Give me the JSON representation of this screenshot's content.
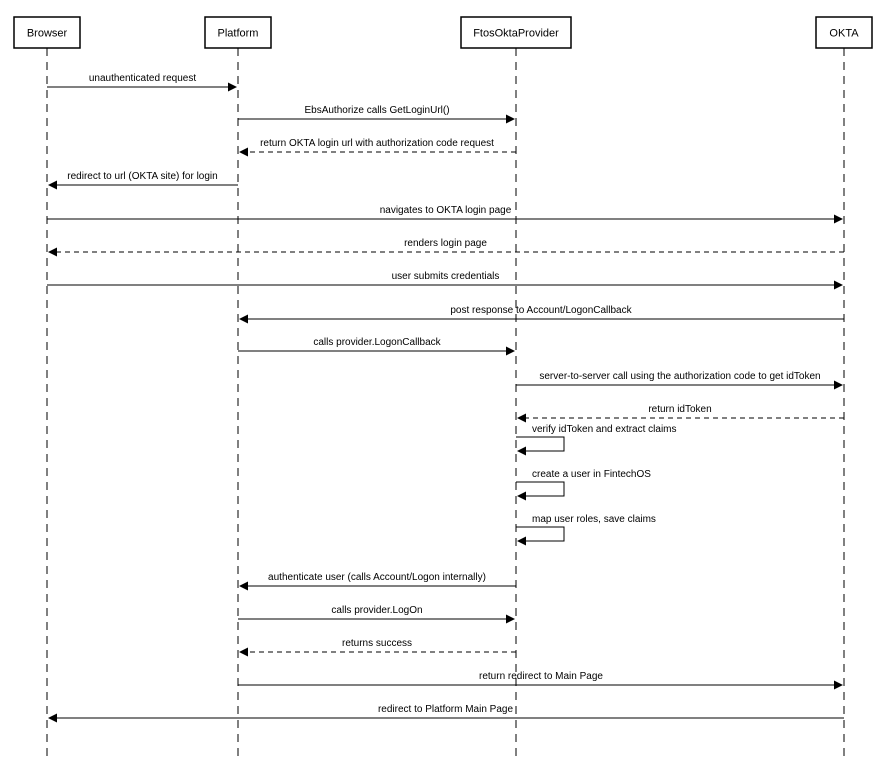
{
  "participants": [
    {
      "id": "browser",
      "label": "Browser"
    },
    {
      "id": "platform",
      "label": "Platform"
    },
    {
      "id": "provider",
      "label": "FtosOktaProvider"
    },
    {
      "id": "okta",
      "label": "OKTA"
    }
  ],
  "messages": [
    {
      "from": "browser",
      "to": "platform",
      "label": "unauthenticated request",
      "style": "solid"
    },
    {
      "from": "platform",
      "to": "provider",
      "label": "EbsAuthorize calls GetLoginUrl()",
      "style": "solid"
    },
    {
      "from": "provider",
      "to": "platform",
      "label": "return OKTA login url with authorization code request",
      "style": "dashed"
    },
    {
      "from": "platform",
      "to": "browser",
      "label": "redirect to url (OKTA site) for login",
      "style": "solid"
    },
    {
      "from": "browser",
      "to": "okta",
      "label": "navigates to OKTA login page",
      "style": "solid"
    },
    {
      "from": "okta",
      "to": "browser",
      "label": "renders login page",
      "style": "dashed"
    },
    {
      "from": "browser",
      "to": "okta",
      "label": "user submits credentials",
      "style": "solid"
    },
    {
      "from": "okta",
      "to": "platform",
      "label": "post response to Account/LogonCallback",
      "style": "solid"
    },
    {
      "from": "platform",
      "to": "provider",
      "label": "calls provider.LogonCallback",
      "style": "solid"
    },
    {
      "from": "provider",
      "to": "okta",
      "label": "server-to-server call using the authorization code to get idToken",
      "style": "solid"
    },
    {
      "from": "okta",
      "to": "provider",
      "label": "return idToken",
      "style": "dashed"
    },
    {
      "from": "provider",
      "to": "provider",
      "label": "verify idToken and extract claims",
      "style": "solid"
    },
    {
      "from": "provider",
      "to": "provider",
      "label": "create a user in FintechOS",
      "style": "solid"
    },
    {
      "from": "provider",
      "to": "provider",
      "label": "map user roles, save claims",
      "style": "solid"
    },
    {
      "from": "provider",
      "to": "platform",
      "label": "authenticate user (calls Account/Logon internally)",
      "style": "solid"
    },
    {
      "from": "platform",
      "to": "provider",
      "label": "calls provider.LogOn",
      "style": "solid"
    },
    {
      "from": "provider",
      "to": "platform",
      "label": "returns success",
      "style": "dashed"
    },
    {
      "from": "platform",
      "to": "okta",
      "label": "return redirect to Main Page",
      "style": "solid"
    },
    {
      "from": "okta",
      "to": "browser",
      "label": "redirect to Platform Main Page",
      "style": "solid"
    }
  ]
}
